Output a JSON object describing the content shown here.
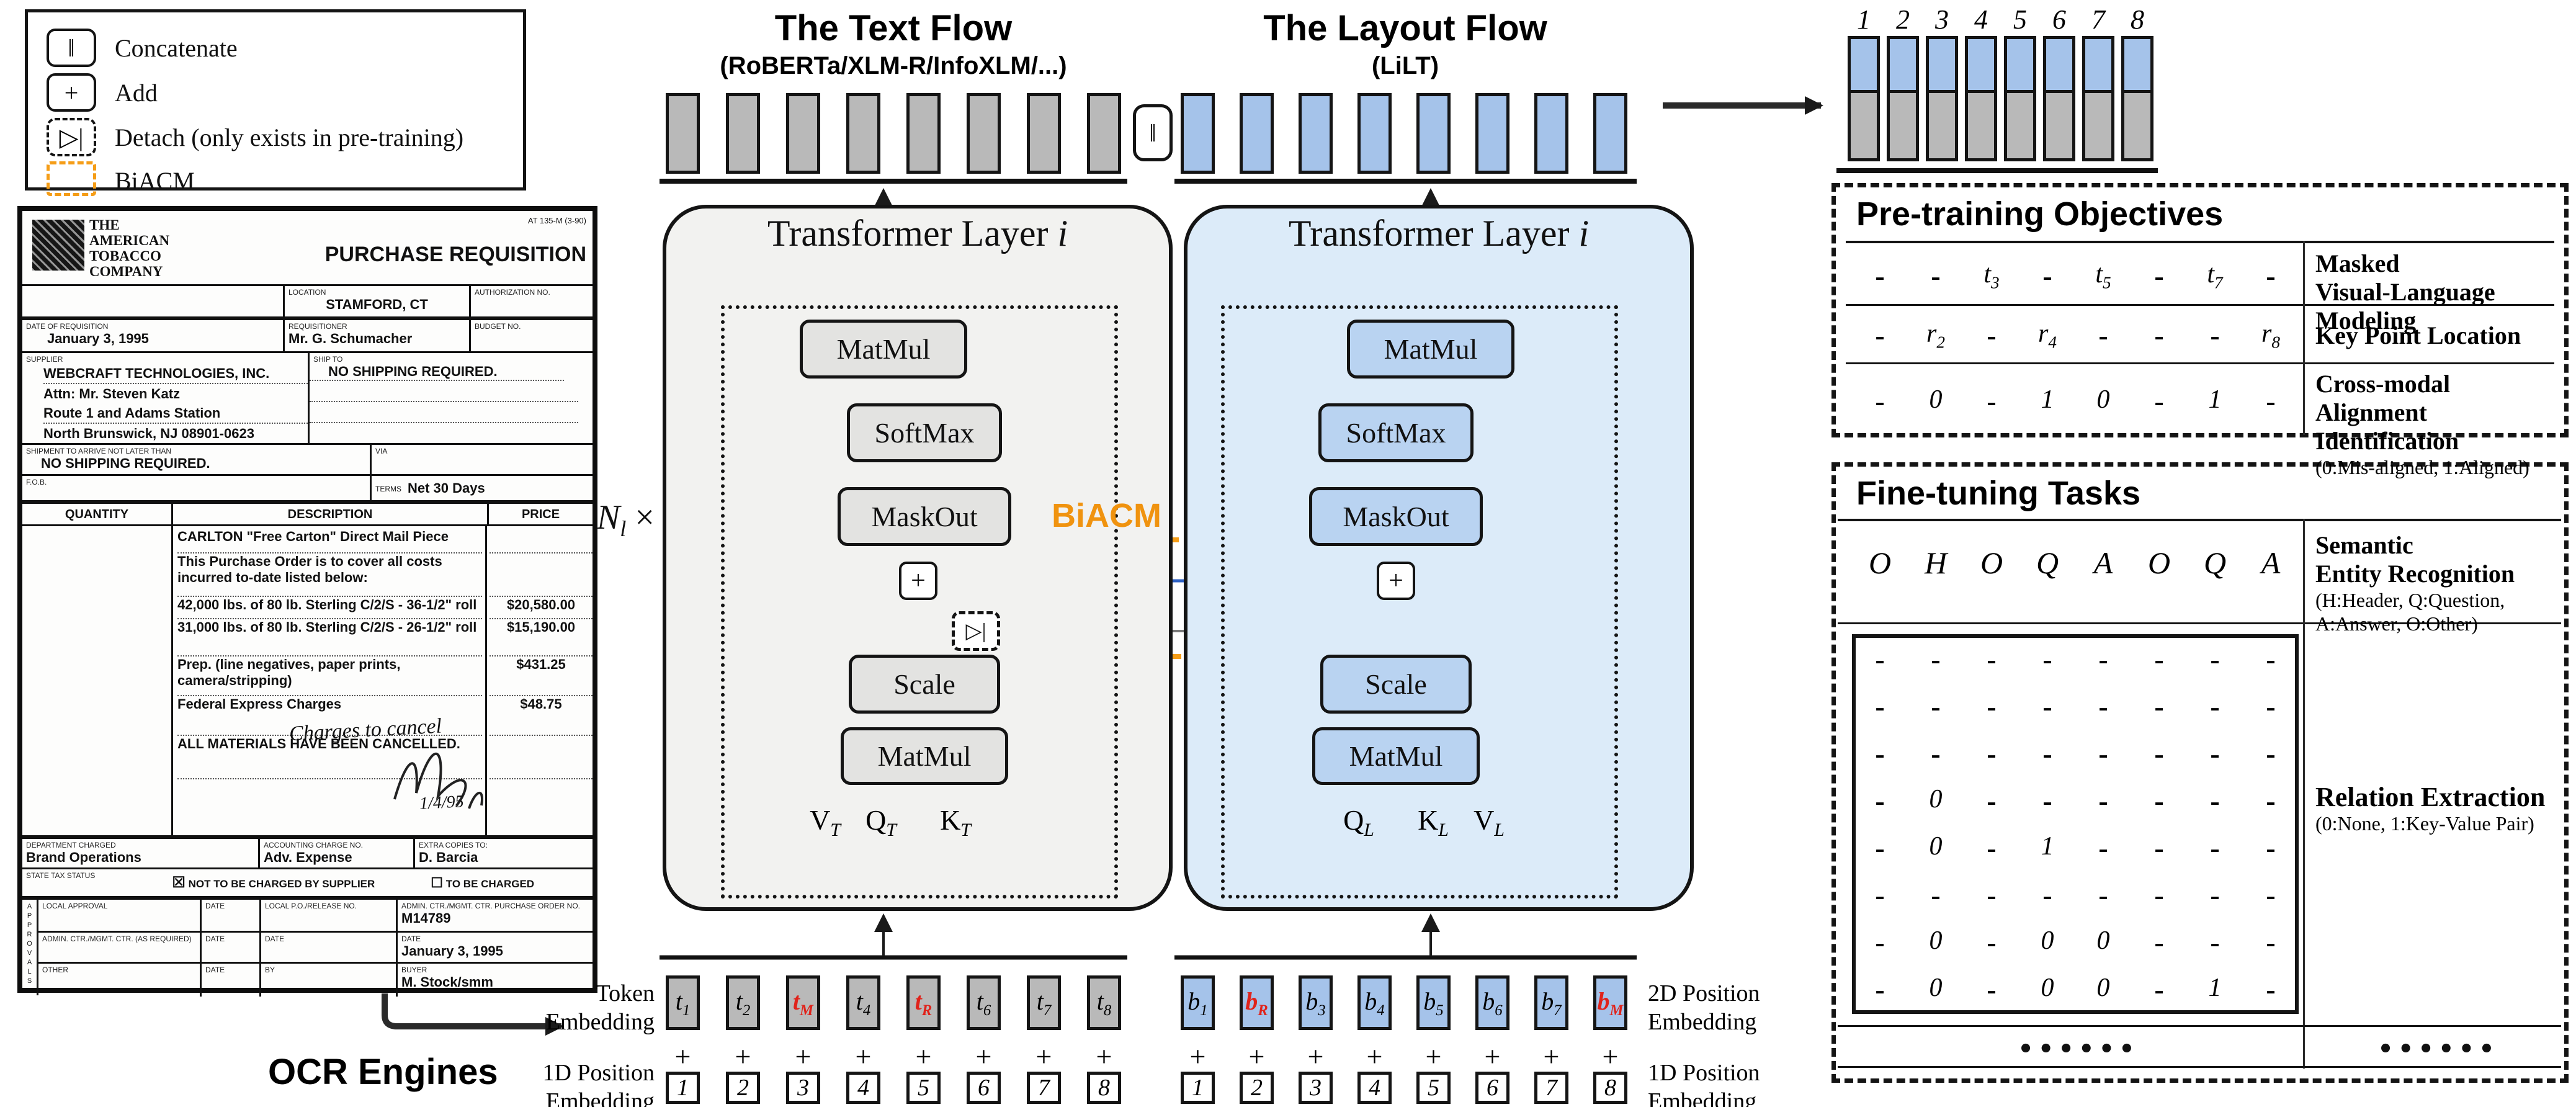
{
  "legend": {
    "items": [
      {
        "symbol": "‖",
        "label": "Concatenate",
        "box": "solid"
      },
      {
        "symbol": "+",
        "label": "Add",
        "box": "solid"
      },
      {
        "symbol": "▷|",
        "label": "Detach (only exists in pre-training)",
        "box": "dashed"
      },
      {
        "symbol": "",
        "label": "BiACM",
        "box": "orange"
      }
    ]
  },
  "document": {
    "logo_lines": [
      "THE",
      "AMERICAN",
      "TOBACCO",
      "COMPANY"
    ],
    "form_code": "AT 135-M (3-90)",
    "title": "PURCHASE REQUISITION",
    "fields": {
      "location_label": "LOCATION",
      "location": "STAMFORD, CT",
      "auth_label": "AUTHORIZATION NO.",
      "date_label": "DATE OF REQUISITION",
      "date": "January 3, 1995",
      "req_label": "REQUISITIONER",
      "requisitioner": "Mr. G. Schumacher",
      "budget_label": "BUDGET NO.",
      "supplier_label": "SUPPLIER",
      "supplier_lines": [
        "WEBCRAFT TECHNOLOGIES, INC.",
        "Attn: Mr. Steven Katz",
        "Route 1 and Adams Station",
        "North Brunswick, NJ 08901-0623"
      ],
      "shipto_label": "SHIP TO",
      "shipto": "NO SHIPPING REQUIRED.",
      "arrive_label": "SHIPMENT TO ARRIVE NOT LATER THAN",
      "arrive": "NO SHIPPING REQUIRED.",
      "via_label": "VIA",
      "fob_label": "F.O.B.",
      "terms_label": "TERMS",
      "terms": "Net 30 Days"
    },
    "items_header": [
      "QUANTITY",
      "DESCRIPTION",
      "PRICE"
    ],
    "items": [
      {
        "desc": "CARLTON \"Free Carton\" Direct Mail Piece",
        "price": ""
      },
      {
        "desc": "This Purchase Order is to cover all costs incurred to-date listed below:",
        "price": ""
      },
      {
        "desc": "42,000 lbs. of 80 lb. Sterling C/2/S - 36-1/2\" roll",
        "price": "$20,580.00"
      },
      {
        "desc": "31,000 lbs. of 80 lb. Sterling C/2/S - 26-1/2\" roll",
        "price": "$15,190.00"
      },
      {
        "desc": "Prep. (line negatives, paper prints, camera/stripping)",
        "price": "$431.25"
      },
      {
        "desc": "Federal Express Charges",
        "price": "$48.75"
      },
      {
        "desc": "ALL MATERIALS HAVE BEEN CANCELLED.",
        "price": ""
      }
    ],
    "handwriting": {
      "note": "Charges to cancel",
      "date": "1/4/95"
    },
    "dept": {
      "dept_label": "DEPARTMENT CHARGED",
      "dept": "Brand Operations",
      "acct_label": "ACCOUNTING CHARGE NO.",
      "acct": "Adv. Expense",
      "copies_label": "EXTRA COPIES TO:",
      "copies": "D. Barcia"
    },
    "tax": {
      "label": "STATE TAX STATUS",
      "checked_glyph": "☒",
      "opt1": "NOT TO BE CHARGED BY SUPPLIER",
      "unchecked_glyph": "☐",
      "opt2": "TO BE CHARGED"
    },
    "approvals": {
      "side": "APPROVALS",
      "rows": [
        [
          {
            "l": "LOCAL APPROVAL",
            "v": ""
          },
          {
            "l": "DATE",
            "v": ""
          },
          {
            "l": "LOCAL P.O./RELEASE NO.",
            "v": ""
          },
          {
            "l": "ADMIN. CTR./MGMT. CTR. PURCHASE ORDER NO.",
            "v": "M14789"
          }
        ],
        [
          {
            "l": "ADMIN. CTR./MGMT. CTR. (AS REQUIRED)",
            "v": ""
          },
          {
            "l": "DATE",
            "v": ""
          },
          {
            "l": "DATE",
            "v": ""
          },
          {
            "l": "DATE",
            "v": "January 3, 1995"
          }
        ],
        [
          {
            "l": "OTHER",
            "v": ""
          },
          {
            "l": "DATE",
            "v": ""
          },
          {
            "l": "BY",
            "v": ""
          },
          {
            "l": "BUYER",
            "v": "M. Stock/smm"
          }
        ]
      ]
    }
  },
  "ocr_label": "OCR Engines",
  "multiplier": {
    "base": "N",
    "sub": "l",
    "times": "×"
  },
  "concat_symbol": "‖",
  "biacm_label": "BiACM",
  "text_flow": {
    "title": "The Text Flow",
    "subtitle": "(RoBERTa/XLM-R/InfoXLM/...)",
    "layer_title": "Transformer Layer ",
    "layer_var": "i",
    "blocks": {
      "matmul_top": "MatMul",
      "softmax": "SoftMax",
      "maskout": "MaskOut",
      "add": "+",
      "detach": "▷|",
      "scale": "Scale",
      "matmul_bottom": "MatMul"
    },
    "inputs": [
      {
        "b": "V",
        "s": "T"
      },
      {
        "b": "Q",
        "s": "T"
      },
      {
        "b": "K",
        "s": "T"
      }
    ]
  },
  "layout_flow": {
    "title": "The Layout Flow",
    "subtitle": "(LiLT)",
    "layer_title": "Transformer Layer ",
    "layer_var": "i",
    "blocks": {
      "matmul_top": "MatMul",
      "softmax": "SoftMax",
      "maskout": "MaskOut",
      "add": "+",
      "scale": "Scale",
      "matmul_bottom": "MatMul"
    },
    "inputs": [
      {
        "b": "Q",
        "s": "L"
      },
      {
        "b": "K",
        "s": "L"
      },
      {
        "b": "V",
        "s": "L"
      }
    ]
  },
  "token_embeddings": {
    "label_lines": [
      "Token",
      "Embedding"
    ],
    "cells": [
      {
        "b": "t",
        "s": "1"
      },
      {
        "b": "t",
        "s": "2"
      },
      {
        "b": "t",
        "s": "M",
        "red": true
      },
      {
        "b": "t",
        "s": "4"
      },
      {
        "b": "t",
        "s": "R",
        "red": true
      },
      {
        "b": "t",
        "s": "6"
      },
      {
        "b": "t",
        "s": "7"
      },
      {
        "b": "t",
        "s": "8"
      }
    ]
  },
  "layout_embeddings": {
    "label_lines": [
      "2D Position",
      "Embedding"
    ],
    "cells": [
      {
        "b": "b",
        "s": "1"
      },
      {
        "b": "b",
        "s": "R",
        "red": true
      },
      {
        "b": "b",
        "s": "3"
      },
      {
        "b": "b",
        "s": "4"
      },
      {
        "b": "b",
        "s": "5"
      },
      {
        "b": "b",
        "s": "6"
      },
      {
        "b": "b",
        "s": "7"
      },
      {
        "b": "b",
        "s": "M",
        "red": true
      }
    ]
  },
  "pos_left_label_lines": [
    "1D Position",
    "Embedding"
  ],
  "pos_right_label_lines": [
    "1D Position",
    "Embedding"
  ],
  "positions": [
    "1",
    "2",
    "3",
    "4",
    "5",
    "6",
    "7",
    "8"
  ],
  "plus": "+",
  "output_sequence": {
    "indices": [
      "1",
      "2",
      "3",
      "4",
      "5",
      "6",
      "7",
      "8"
    ]
  },
  "pretraining": {
    "title": "Pre-training Objectives",
    "rows": [
      {
        "cells": [
          "-",
          "-",
          "t_3",
          "-",
          "t_5",
          "-",
          "t_7",
          "-"
        ],
        "label_lines": [
          "Masked",
          "Visual-Language Modeling"
        ],
        "note_lines": []
      },
      {
        "cells": [
          "-",
          "r_2",
          "-",
          "r_4",
          "-",
          "-",
          "-",
          "r_8"
        ],
        "label_lines": [
          "Key Point Location"
        ],
        "note_lines": []
      },
      {
        "cells": [
          "-",
          "0",
          "-",
          "1",
          "0",
          "-",
          "1",
          "-"
        ],
        "label_lines": [
          "Cross-modal",
          "Alignment Identification"
        ],
        "note_lines": [
          "(0:Mis-aligned, 1:Aligned)"
        ]
      }
    ]
  },
  "finetuning": {
    "title": "Fine-tuning Tasks",
    "ser": {
      "cells": [
        "O",
        "H",
        "O",
        "Q",
        "A",
        "O",
        "Q",
        "A"
      ],
      "label_lines": [
        "Semantic",
        "Entity Recognition"
      ],
      "note_lines": [
        "(H:Header, Q:Question,",
        "A:Answer, O:Other)"
      ]
    },
    "re": {
      "label_lines": [
        "Relation Extraction"
      ],
      "note_lines": [
        "(0:None, 1:Key-Value Pair)"
      ],
      "matrix": [
        [
          "-",
          "-",
          "-",
          "-",
          "-",
          "-",
          "-",
          "-"
        ],
        [
          "-",
          "-",
          "-",
          "-",
          "-",
          "-",
          "-",
          "-"
        ],
        [
          "-",
          "-",
          "-",
          "-",
          "-",
          "-",
          "-",
          "-"
        ],
        [
          "-",
          "0",
          "-",
          "-",
          "-",
          "-",
          "-",
          "-"
        ],
        [
          "-",
          "0",
          "-",
          "1",
          "-",
          "-",
          "-",
          "-"
        ],
        [
          "-",
          "-",
          "-",
          "-",
          "-",
          "-",
          "-",
          "-"
        ],
        [
          "-",
          "0",
          "-",
          "0",
          "0",
          "-",
          "-",
          "-"
        ],
        [
          "-",
          "0",
          "-",
          "0",
          "0",
          "-",
          "1",
          "-"
        ]
      ]
    },
    "dots_left": "••••••",
    "dots_right": "••••••"
  }
}
